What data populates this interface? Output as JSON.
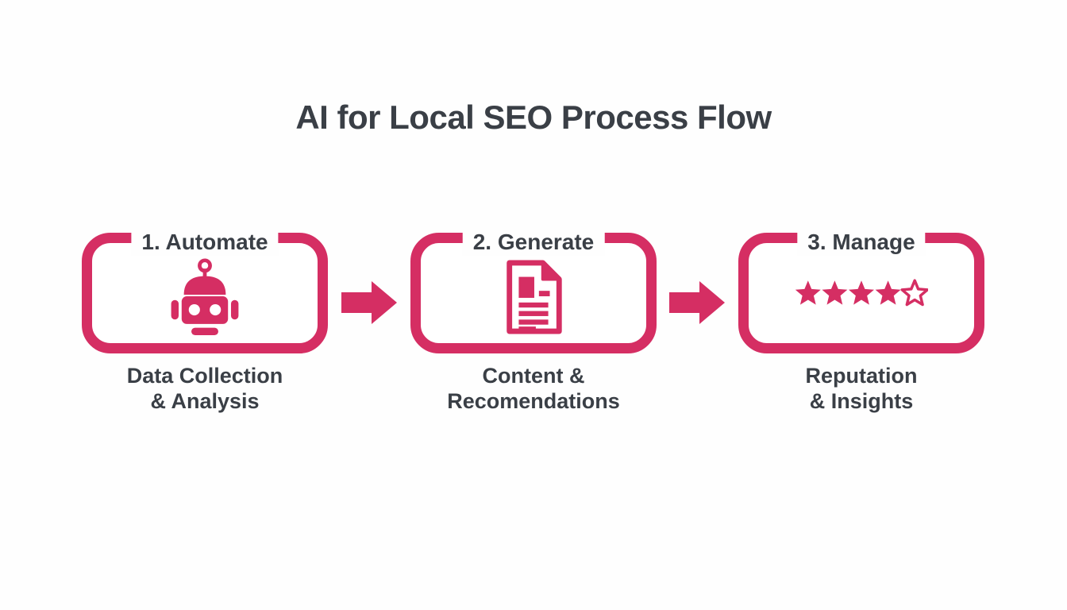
{
  "page": {
    "title": "AI for Local SEO Process Flow",
    "background": "#fefefe"
  },
  "colors": {
    "accent": "#d52e63",
    "text": "#3a3f46"
  },
  "steps": [
    {
      "label": "1. Automate",
      "icon": "robot-icon",
      "caption": "Data Collection\n& Analysis"
    },
    {
      "label": "2. Generate",
      "icon": "document-icon",
      "caption": "Content &\nRecomendations"
    },
    {
      "label": "3. Manage",
      "icon": "star-rating-icon",
      "caption": "Reputation\n& Insights",
      "rating": {
        "filled": 4,
        "total": 5
      }
    }
  ],
  "connectors": [
    {
      "type": "arrow-right"
    },
    {
      "type": "arrow-right"
    }
  ]
}
